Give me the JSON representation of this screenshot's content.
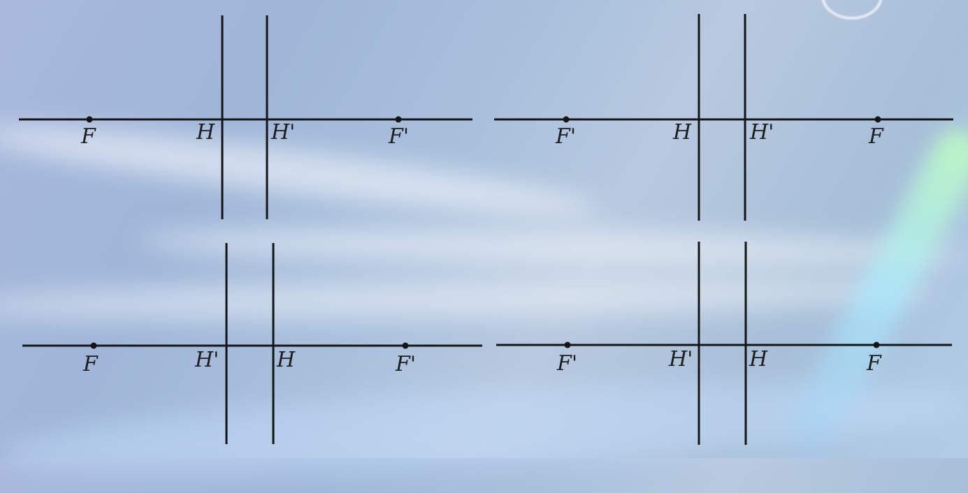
{
  "diagrams": [
    {
      "labels": [
        "F",
        "H",
        "H'",
        "F'"
      ]
    },
    {
      "labels": [
        "F'",
        "H",
        "H'",
        "F"
      ]
    },
    {
      "labels": [
        "F",
        "H'",
        "H",
        "F'"
      ]
    },
    {
      "labels": [
        "F'",
        "H'",
        "H",
        "F"
      ]
    }
  ],
  "colors": {
    "line": "#151515",
    "text": "#1e1e1e"
  }
}
